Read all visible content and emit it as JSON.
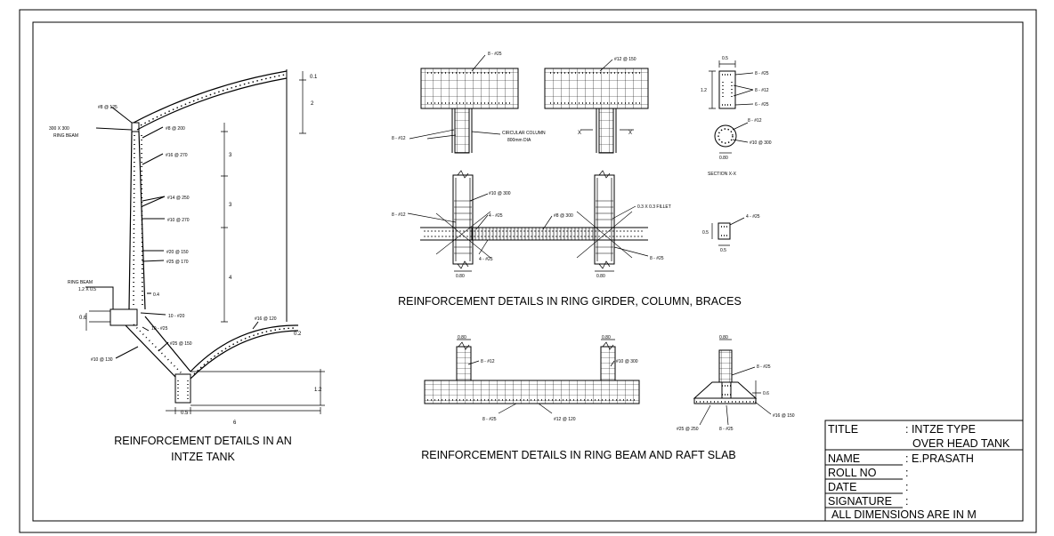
{
  "captions": {
    "intze_line1": "REINFORCEMENT DETAILS IN AN",
    "intze_line2": "INTZE TANK",
    "ring_girder": "REINFORCEMENT DETAILS IN RING GIRDER, COLUMN, BRACES",
    "ring_beam": "REINFORCEMENT DETAILS IN RING BEAM AND RAFT SLAB"
  },
  "title_block": {
    "title_key": "TITLE",
    "title_value_1": ": INTZE TYPE",
    "title_value_2": "OVER HEAD TANK",
    "name_key": "NAME",
    "name_value": ": E.PRASATH",
    "roll_key": "ROLL NO",
    "roll_value": ":",
    "date_key": "DATE",
    "date_value": ":",
    "signature_key": "SIGNATURE",
    "signature_value": ":",
    "note": "ALL DIMENSIONS ARE IN M"
  },
  "tank_labels": {
    "dome_bar": "#8 @ 125",
    "ring_beam_top": "300 X 300",
    "ring_beam_top_2": "RING BEAM",
    "wall_1": "#8 @ 200",
    "wall_2": "#16 @ 270",
    "wall_3": "#14 @ 250",
    "wall_4": "#10 @ 270",
    "wall_5": "#20 @ 150",
    "wall_6": "#25 @ 170",
    "wall_7": "0.4",
    "ring_beam_bottom": "RING BEAM",
    "ring_beam_bottom_2": "1.2 X 0.5",
    "ring_beam_bars": "10 - #20",
    "ring_beam_bars_2": "10 - #25",
    "cone_bar": "#25 @ 150",
    "cone_bar_2": "#10 @ 130",
    "bottom_dome_bar": "#16 @ 120",
    "dim_01": "0.1",
    "dim_2": "2",
    "dim_3a": "3",
    "dim_3b": "3",
    "dim_4": "4",
    "dim_06": "0.6",
    "dim_02": "0.2",
    "dim_12": "1.2",
    "dim_05": "0.5",
    "dim_6": "6"
  },
  "girder_labels": {
    "top_left": "8 - #25",
    "top_right": "#12 @ 150",
    "left_bars": "8 - #12",
    "circ_col": "CIRCULAR COLUMN",
    "circ_col_2": "800mm DIA",
    "x_left": "X",
    "x_right": "X",
    "sec_dim_w": "0.5",
    "sec_dim_h": "1.2",
    "sec_top": "8 - #25",
    "sec_mid": "8 - #12",
    "sec_bot": "6 - #25",
    "circ_bar": "8 - #12",
    "circ_tie": "#10 @ 300",
    "circ_dim": "0.80",
    "section_xx": "SECTION X-X",
    "brace_tie": "#10 @ 300",
    "brace_left": "8 - #12",
    "brace_top": "4 - #25",
    "brace_stir": "#8 @ 300",
    "fillet": "0.3 X 0.3 FILLET",
    "brace_bot": "4 - #25",
    "brace_right": "8 - #25",
    "col_dim": "0.80",
    "brace_sec_bar": "4 - #25",
    "brace_sec_w": "0.5",
    "brace_sec_h": "0.5"
  },
  "raft_labels": {
    "col_dim_l": "0.80",
    "col_dim_r": "0.80",
    "col_bars": "8 - #12",
    "col_tie": "#10 @ 300",
    "bot_left": "8 - #25",
    "bot_right": "#12 @ 120",
    "ped_dim": "0.80",
    "ped_top": "8 - #25",
    "ped_dim_2": "0.6",
    "ped_left": "#25 @ 250",
    "ped_bot": "8 - #25",
    "ped_right": "#16 @ 150"
  }
}
